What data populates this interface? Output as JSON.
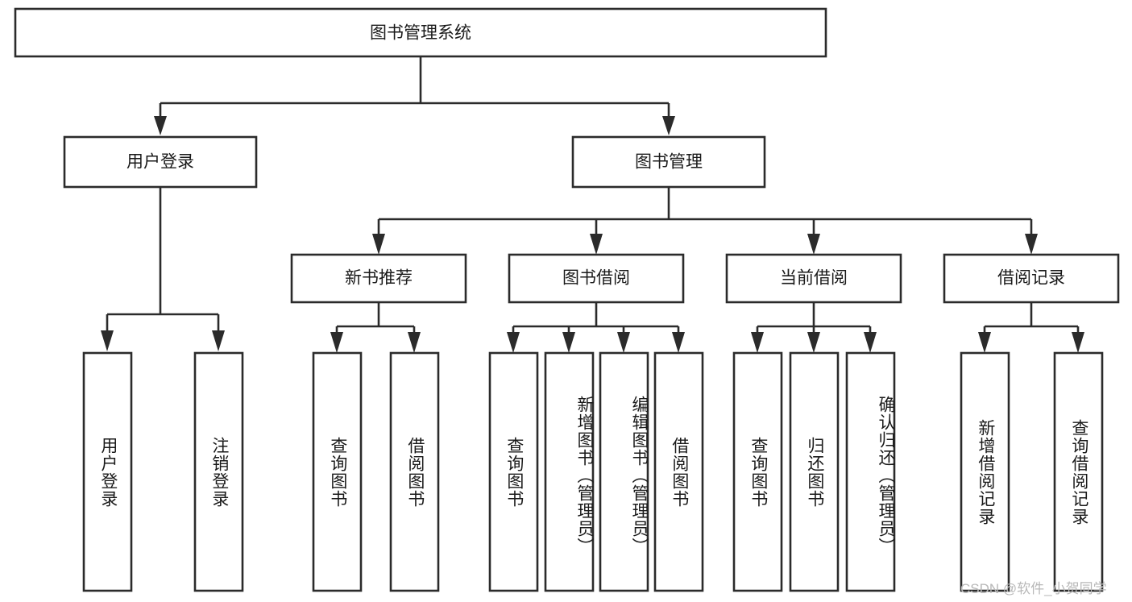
{
  "diagram": {
    "type": "hierarchy-tree",
    "title": "图书管理系统",
    "watermark": "CSDN @软件_小贺同学",
    "colors": {
      "box_stroke": "#2b2b2b",
      "box_fill": "#ffffff",
      "text": "#1a1a1a",
      "background": "#ffffff",
      "watermark": "#b8b8b8"
    },
    "levels": {
      "level1": {
        "label": "图书管理系统"
      },
      "level2": [
        {
          "label": "用户登录"
        },
        {
          "label": "图书管理"
        }
      ],
      "level3": [
        {
          "label": "新书推荐"
        },
        {
          "label": "图书借阅"
        },
        {
          "label": "当前借阅"
        },
        {
          "label": "借阅记录"
        }
      ]
    },
    "leaves": {
      "user_login": [
        {
          "label": "用户登录"
        },
        {
          "label": "注销登录"
        }
      ],
      "new_book_recommend": [
        {
          "label": "查询图书"
        },
        {
          "label": "借阅图书"
        }
      ],
      "book_borrow": [
        {
          "label": "查询图书"
        },
        {
          "label": "新增图书（管理员）"
        },
        {
          "label": "编辑图书（管理员）"
        },
        {
          "label": "借阅图书"
        }
      ],
      "current_borrow": [
        {
          "label": "查询图书"
        },
        {
          "label": "归还图书"
        },
        {
          "label": "确认归还（管理员）"
        }
      ],
      "borrow_records": [
        {
          "label": "新增借阅记录"
        },
        {
          "label": "查询借阅记录"
        }
      ]
    }
  }
}
